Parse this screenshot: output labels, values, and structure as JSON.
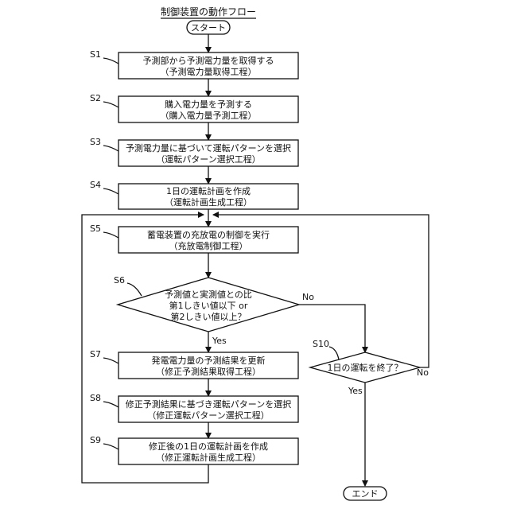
{
  "title": "制御装置の動作フロー",
  "start": "スタート",
  "end": "エンド",
  "steps": [
    {
      "id": "S1",
      "line1": "予測部から予測電力量を取得する",
      "line2": "（予測電力量取得工程）"
    },
    {
      "id": "S2",
      "line1": "購入電力量を予測する",
      "line2": "（購入電力量予測工程）"
    },
    {
      "id": "S3",
      "line1": "予測電力量に基づいて運転パターンを選択",
      "line2": "（運転パターン選択工程）"
    },
    {
      "id": "S4",
      "line1": "1日の運転計画を作成",
      "line2": "（運転計画生成工程）"
    },
    {
      "id": "S5",
      "line1": "蓄電装置の充放電の制御を実行",
      "line2": "（充放電制御工程）"
    },
    {
      "id": "S7",
      "line1": "発電電力量の予測結果を更新",
      "line2": "（修正予測結果取得工程）"
    },
    {
      "id": "S8",
      "line1": "修正予測結果に基づき運転パターンを選択",
      "line2": "（修正運転パターン選択工程）"
    },
    {
      "id": "S9",
      "line1": "修正後の1日の運転計画を作成",
      "line2": "（修正運転計画生成工程）"
    }
  ],
  "decision_s6": {
    "id": "S6",
    "line1": "予測値と実測値との比",
    "line2": "第1しきい値以下 or",
    "line3": "第2しきい値以上？",
    "yes": "Yes",
    "no": "No"
  },
  "decision_s10": {
    "id": "S10",
    "line1": "1日の運転を終了？",
    "yes": "Yes",
    "no": "No"
  }
}
